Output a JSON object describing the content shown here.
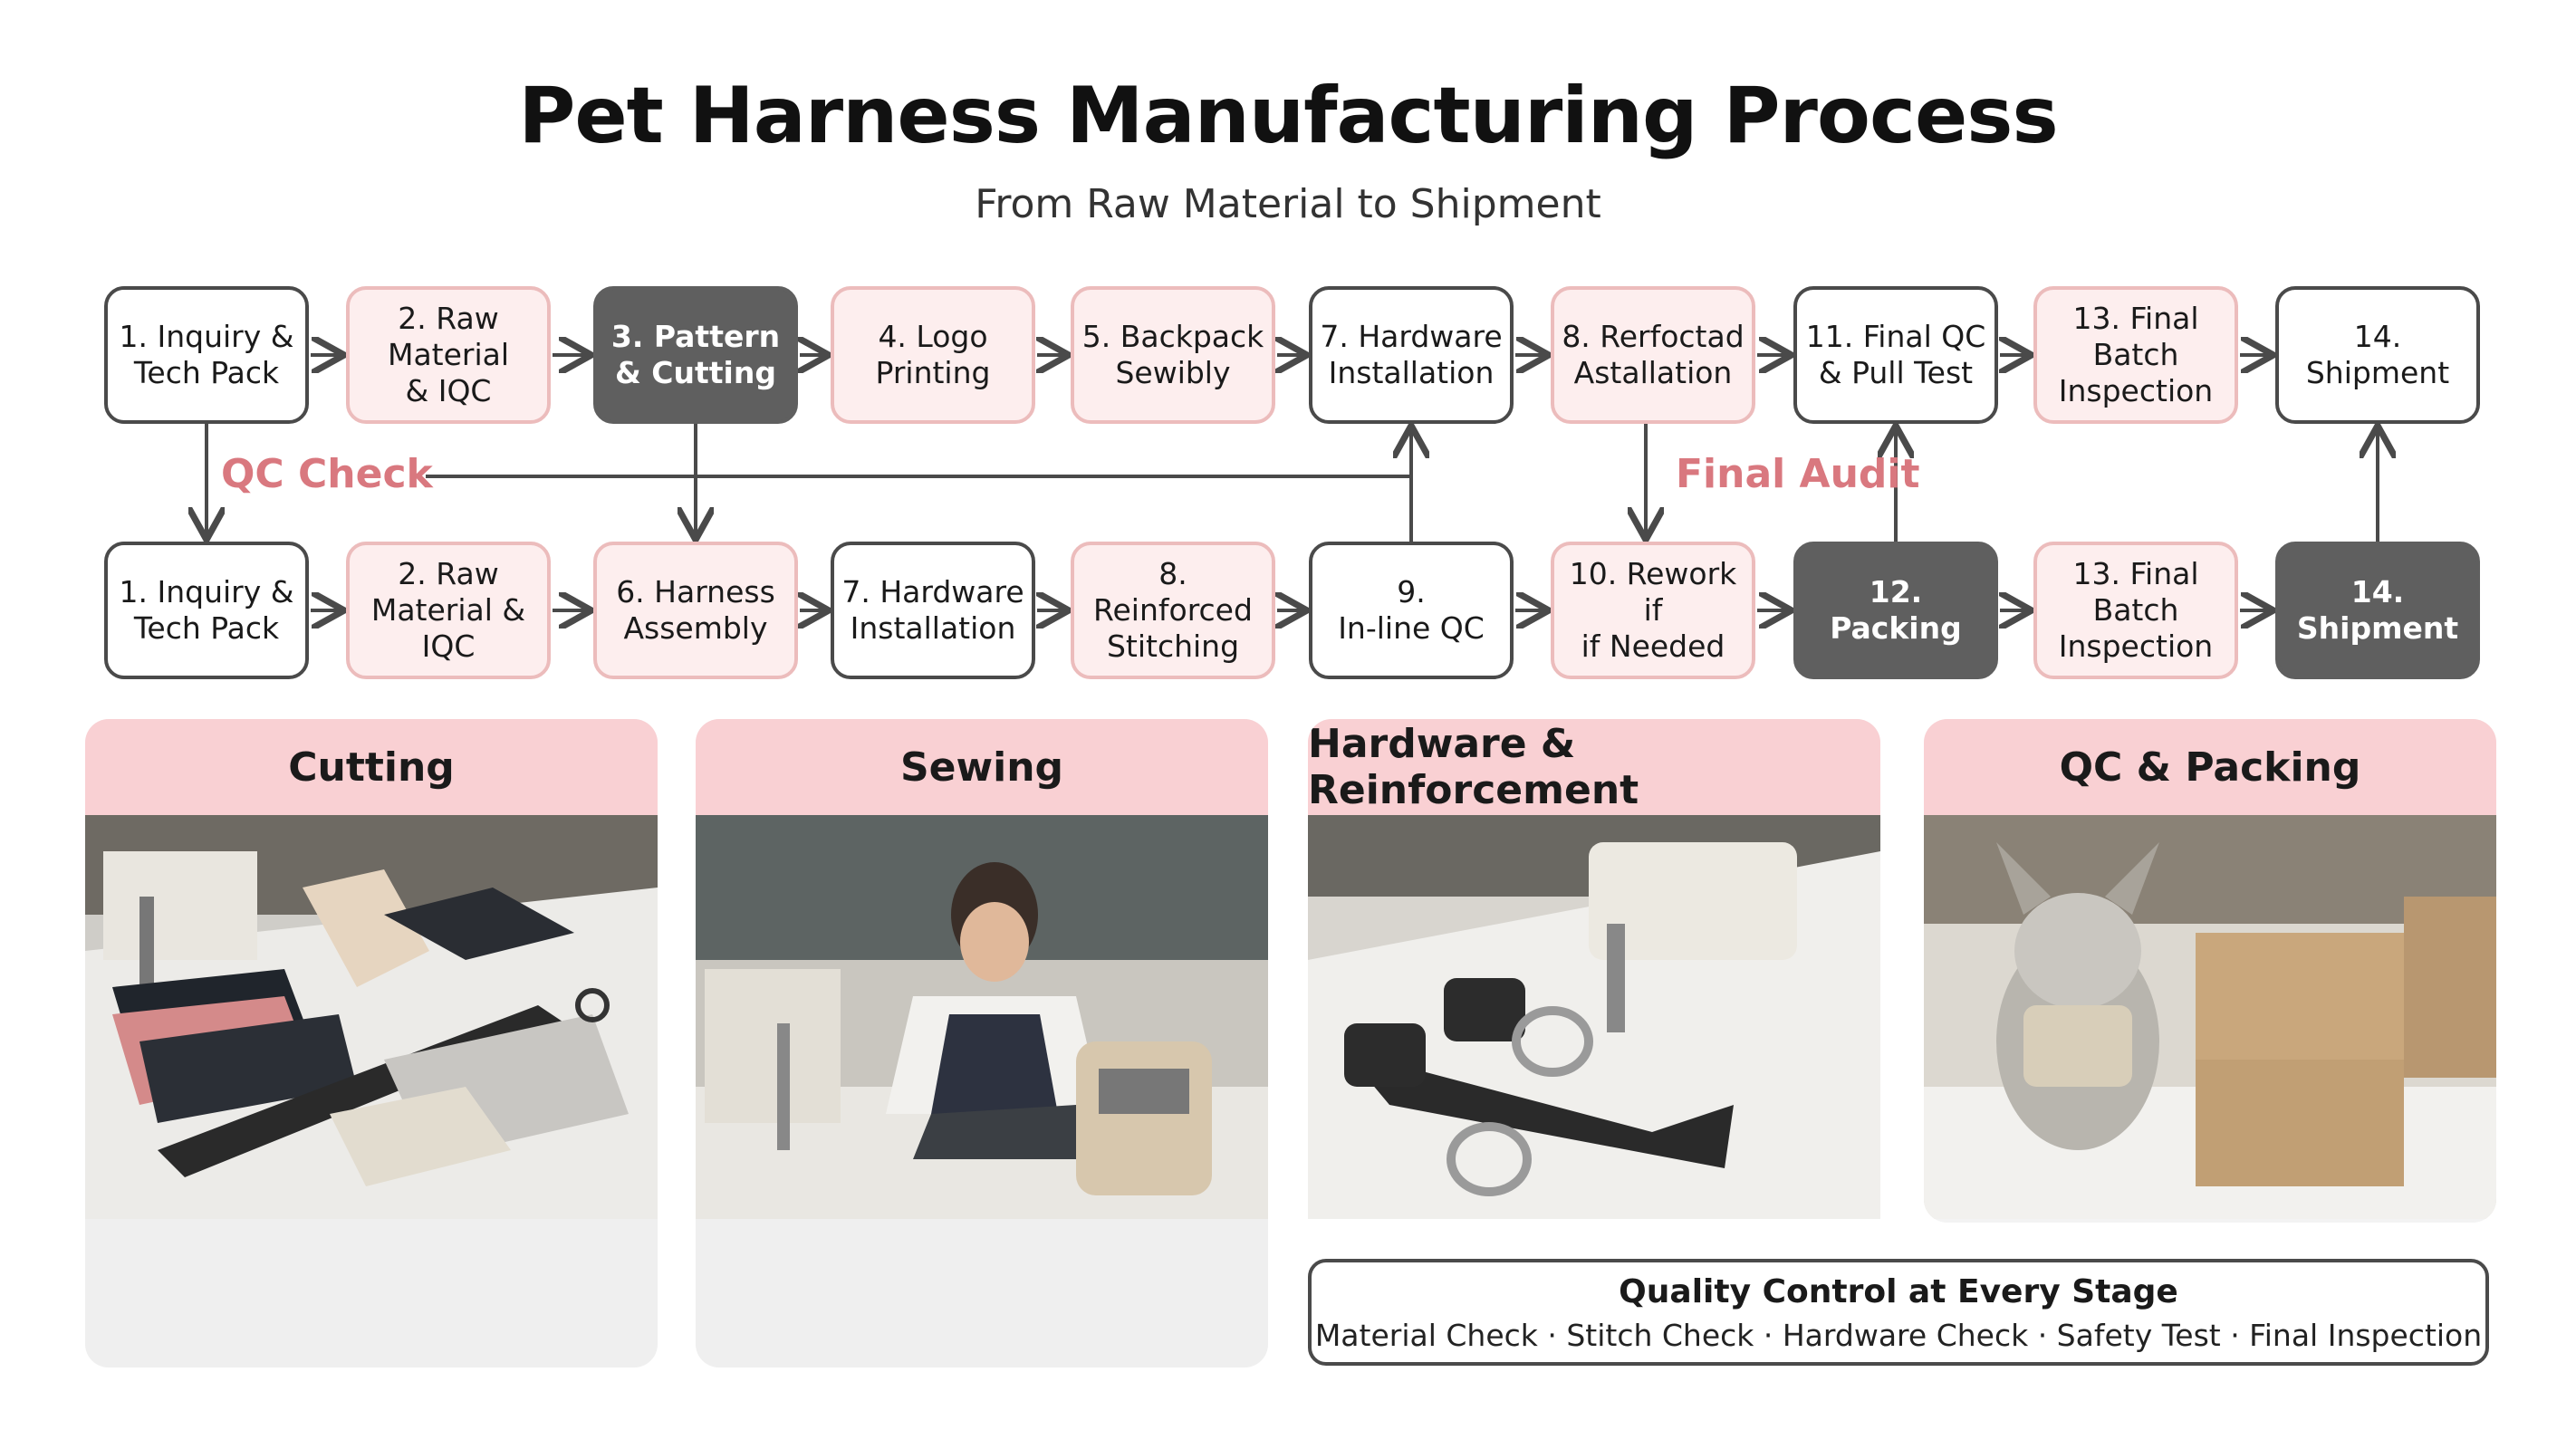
{
  "title": "Pet Harness Manufacturing Process",
  "subtitle": "From Raw Material to Shipment",
  "top_row": [
    {
      "label": "1. Inquiry &\nTech Pack",
      "style": "white"
    },
    {
      "label": "2. Raw Material\n& IQC",
      "style": "pink"
    },
    {
      "label": "3. Pattern\n& Cutting",
      "style": "dark"
    },
    {
      "label": "4. Logo\nPrinting",
      "style": "pink"
    },
    {
      "label": "5. Backpack\nSewibly",
      "style": "pink"
    },
    {
      "label": "7. Hardware\nInstallation",
      "style": "white"
    },
    {
      "label": "8. Rerfoctad\nAstallation",
      "style": "pink"
    },
    {
      "label": "11. Final QC\n& Pull Test",
      "style": "white"
    },
    {
      "label": "13. Final Batch\nInspection",
      "style": "pink"
    },
    {
      "label": "14.\nShipment",
      "style": "white"
    }
  ],
  "bottom_row": [
    {
      "label": "1. Inquiry &\nTech Pack",
      "style": "white"
    },
    {
      "label": "2. Raw\nMaterial & IQC",
      "style": "pink"
    },
    {
      "label": "6. Harness\nAssembly",
      "style": "pink"
    },
    {
      "label": "7. Hardware\nInstallation",
      "style": "white"
    },
    {
      "label": "8. Reinforced\nStitching",
      "style": "pink"
    },
    {
      "label": "9.\nIn-line QC",
      "style": "white"
    },
    {
      "label": "10. Rework if\nif Needed",
      "style": "pink"
    },
    {
      "label": "12.\nPacking",
      "style": "dark"
    },
    {
      "label": "13. Final Batch\nInspection",
      "style": "pink"
    },
    {
      "label": "14.\nShipment",
      "style": "dark"
    }
  ],
  "labels": {
    "qc_check": "QC Check",
    "final_audit": "Final Audit"
  },
  "panels": [
    {
      "title": "Cutting"
    },
    {
      "title": "Sewing"
    },
    {
      "title": "Hardware & Reinforcement"
    },
    {
      "title": "QC & Packing"
    }
  ],
  "qc_banner": {
    "title": "Quality Control at Every Stage",
    "items": "Material Check · Stitch Check · Hardware Check · Safety Test · Final Inspection"
  },
  "colors": {
    "pink_fill": "#fdeeee",
    "pink_border": "#ecbcbc",
    "dark": "#5f5f5f",
    "accent": "#d9787f",
    "header_pink": "#f9d0d3"
  }
}
